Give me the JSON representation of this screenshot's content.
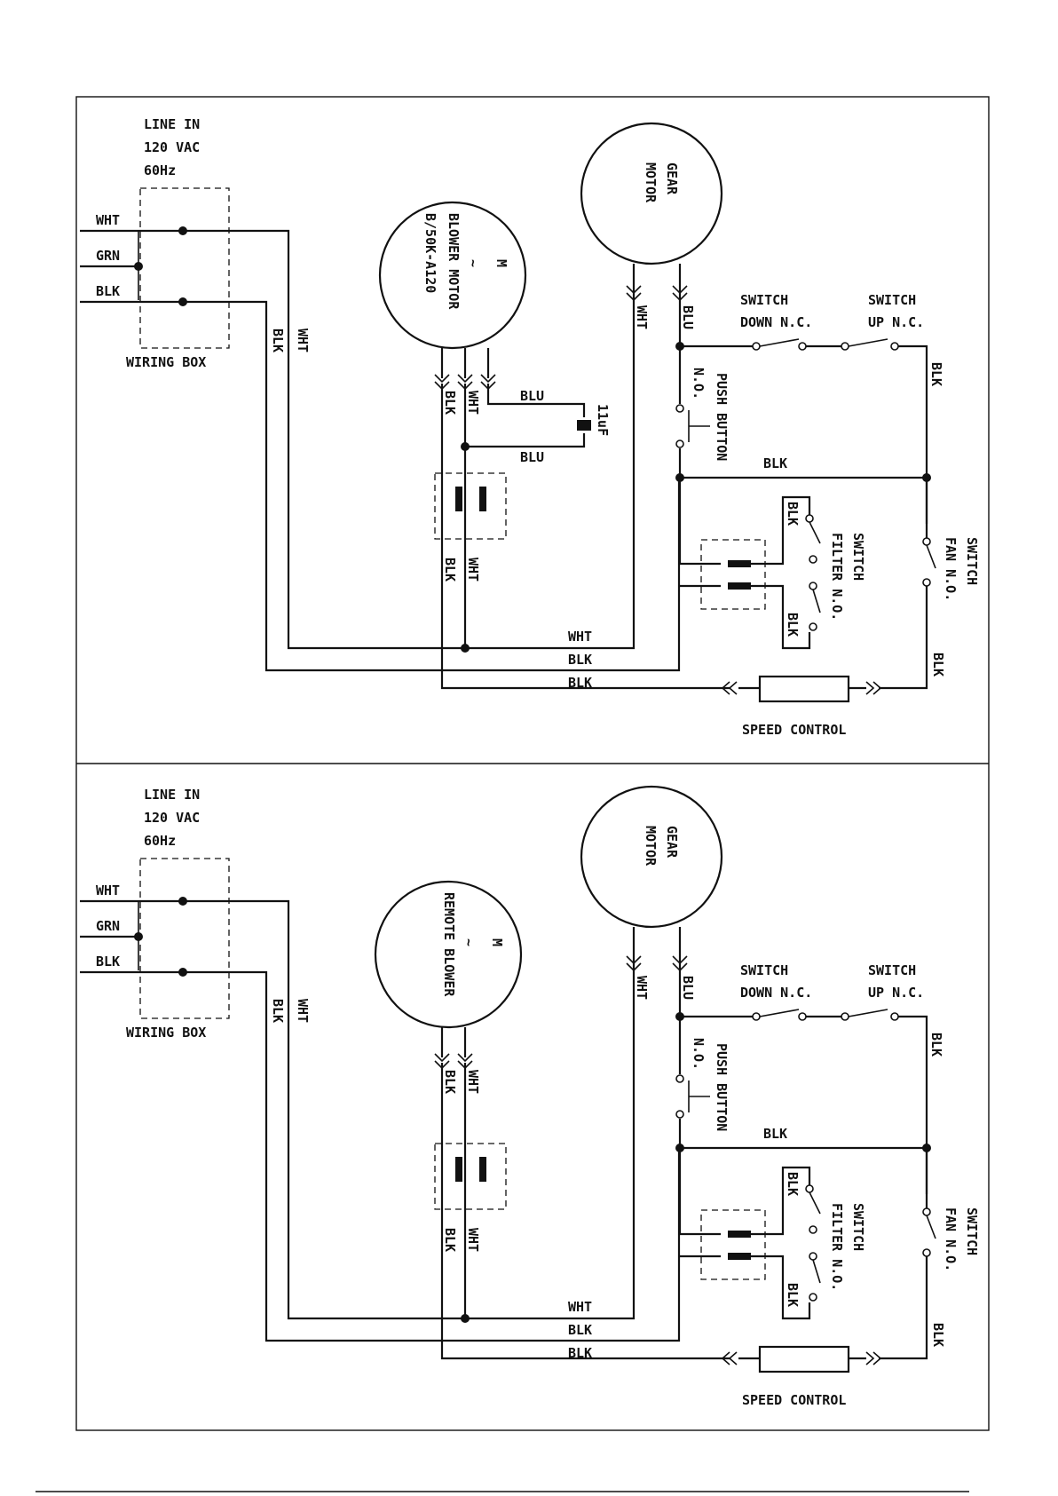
{
  "diagrams": [
    {
      "line_in": [
        "LINE IN",
        "120 VAC",
        "60Hz"
      ],
      "wiring_box": "WIRING BOX",
      "inputs": [
        "WHT",
        "GRN",
        "BLK"
      ],
      "blower_symbol": "M",
      "blower_tilde": "~",
      "blower_lines": [
        "BLOWER MOTOR",
        "B/50K-A120"
      ],
      "gear_motor": [
        "GEAR",
        "MOTOR"
      ],
      "switch_down": [
        "SWITCH",
        "DOWN N.C."
      ],
      "switch_up": [
        "SWITCH",
        "UP N.C."
      ],
      "push_button": [
        "PUSH BUTTON",
        "N.O."
      ],
      "filter_switch": [
        "SWITCH",
        "FILTER N.O."
      ],
      "fan_switch": [
        "SWITCH",
        "FAN N.O."
      ],
      "capacitor": "11uF",
      "speed_control": "SPEED CONTROL",
      "wire_labels": {
        "wht": "WHT",
        "blk": "BLK",
        "blu": "BLU"
      }
    },
    {
      "line_in": [
        "LINE IN",
        "120 VAC",
        "60Hz"
      ],
      "wiring_box": "WIRING BOX",
      "inputs": [
        "WHT",
        "GRN",
        "BLK"
      ],
      "blower_symbol": "M",
      "blower_tilde": "~",
      "blower_lines": [
        "REMOTE BLOWER"
      ],
      "gear_motor": [
        "GEAR",
        "MOTOR"
      ],
      "switch_down": [
        "SWITCH",
        "DOWN N.C."
      ],
      "switch_up": [
        "SWITCH",
        "UP N.C."
      ],
      "push_button": [
        "PUSH BUTTON",
        "N.O."
      ],
      "filter_switch": [
        "SWITCH",
        "FILTER N.O."
      ],
      "fan_switch": [
        "SWITCH",
        "FAN N.O."
      ],
      "capacitor": "",
      "speed_control": "SPEED CONTROL",
      "wire_labels": {
        "wht": "WHT",
        "blk": "BLK",
        "blu": "BLU"
      }
    }
  ]
}
